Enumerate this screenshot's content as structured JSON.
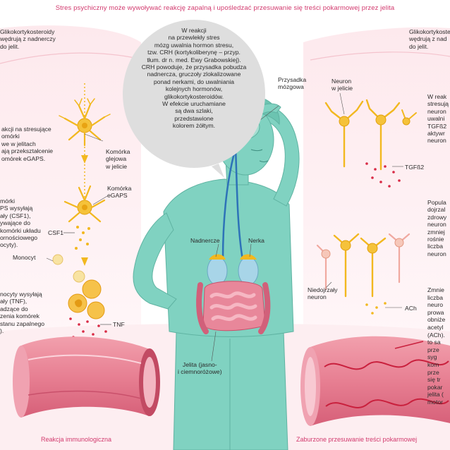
{
  "title": "Stres psychiczny może wywoływać reakcję zapalną i upośledzać przesuwanie się treści pokarmowej przez jelita",
  "bubble_text": "W reakcji\nna przewlekły stres\nmózg uwalnia hormon stresu,\ntzw. CRH (kortykoliberynę – przyp.\ntłum. dr n. med. Ewy Grabowskiej).\nCRH powoduje, że przysadka pobudza\nnadnercza, gruczoły zlokalizowane\nponad nerkami, do uwalniania\nkolejnych hormonów,\nglikokortykosteroidów.\nW efekcie uruchamiane\nsą dwa szlaki,\nprzedstawione\nkolorem żółtym.",
  "left": {
    "glucocorticoids": "Glikokortykosteroidy\nwędrują z nadnerczy\ndo jelit.",
    "reaction_text": "akcji na stresujące\nomórki\nwe w jelitach\nają przekształcenie\nomórek eGAPS.",
    "glial_label": "Komórka\nglejowa\nw jelicie",
    "egaps_label": "Komórka\neGAPS",
    "csf_text": "mórki\nPS wysyłają\nały (CSF1),\nywające do\nkomórki układu\nornościowego\nocyty).",
    "csf1_label": "CSF1",
    "monocyte_label": "Monocyt",
    "tnf_text": "nocyty wysyłają\nały (TNF),\nadzące do\nzenia komórek\nstanu zapalnego\n).",
    "tnf_label": "TNF",
    "caption": "Reakcja immunologiczna"
  },
  "center": {
    "pituitary_label": "Przysadka\nmózgowa",
    "adrenal_label": "Nadnercze",
    "kidney_label": "Nerka",
    "intestine_label": "Jelita (jasno-\ni ciemnoróżowe)"
  },
  "right": {
    "glucocorticoids": "Glikokortykosteroidy\nwędrują z nad\ndo jelit.",
    "neuron_label": "Neuron\nw jelicie",
    "reaction_text": "W reak\nstresują\nneuron\nuwalni\nTGFß2\naktywr\nneuron",
    "tgf_label": "TGFß2",
    "population_text": "Popula\ndojrzal\nzdrowy\nneuron\nzmniej\nrośnie\nliczba\nneuron",
    "immature_label": "Niedojrzały\nneuron",
    "ach_label": "ACh",
    "decrease_text": "Zmnie\nliczba\nneuro\nprowa\nobniże\nacetyl\n(ACh).\nto sa\nprze\nsyg\nkom\nprze\nsię tr\npokar\njelita (\nmotor",
    "caption": "Zaburzone przesuwanie treści pokarmowej"
  },
  "colors": {
    "accent": "#d23a6e",
    "body": "#7fd0bf",
    "yellow_cell": "#f2b81f",
    "intestine_pink": "#e8879a",
    "background_pink": "#fbe6ea"
  }
}
